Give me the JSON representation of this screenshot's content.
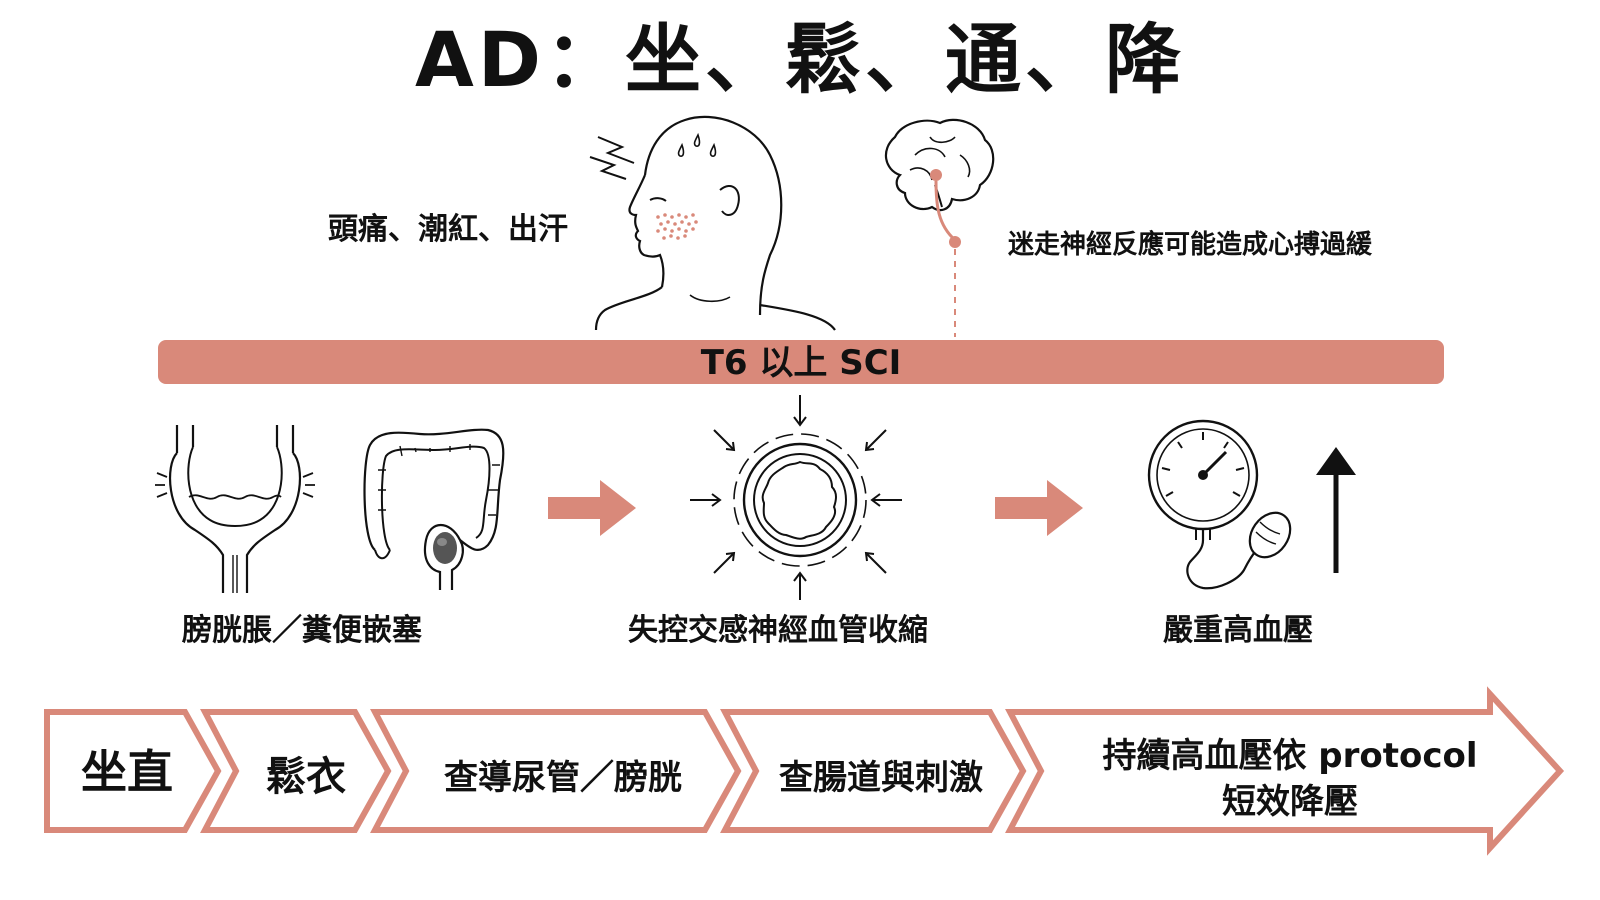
{
  "title": "AD：坐、鬆、通、降",
  "symptoms_label": "頭痛、潮紅、出汗",
  "vagal_label": "迷走神經反應可能造成心搏過緩",
  "banner_label": "T6 以上 SCI",
  "flow": {
    "trigger_label": "膀胱脹／糞便嵌塞",
    "vaso_label": "失控交感神經血管收縮",
    "result_label": "嚴重高血壓"
  },
  "steps": [
    {
      "label": "坐直"
    },
    {
      "label": "鬆衣"
    },
    {
      "label": "查導尿管／膀胱"
    },
    {
      "label": "查腸道與刺激"
    },
    {
      "label_line1": "持續高血壓依 protocol",
      "label_line2": "短效降壓"
    }
  ],
  "colors": {
    "accent": "#d9897a",
    "accent_dark": "#c97a6a",
    "line": "#111111"
  }
}
